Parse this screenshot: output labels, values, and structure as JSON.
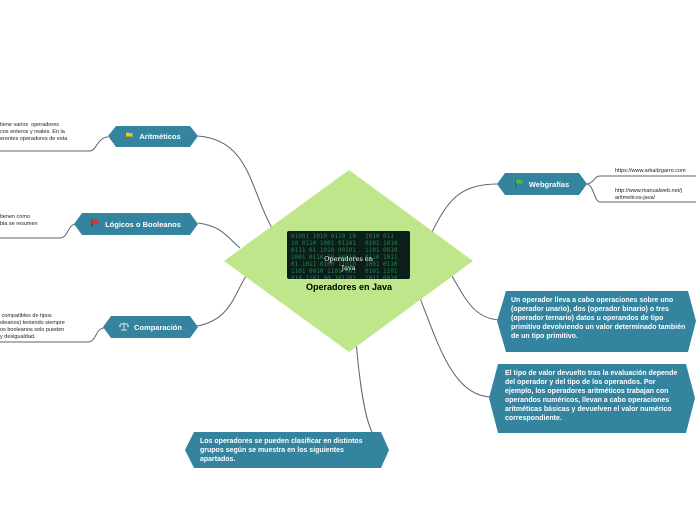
{
  "central": {
    "title": "Operadores en Java",
    "image_title_line1": "Operadores en",
    "image_title_line2": "Java"
  },
  "branches": {
    "aritmeticos": {
      "label": "Aritméticos",
      "note": "tiene varios  operadores\ncos enteros y reales. En la\nerentes operadores de esta"
    },
    "logicos": {
      "label": "Lógicos o Booleanos",
      "note": "tienen como\nbla se resumen"
    },
    "comparacion": {
      "label": "Comparación",
      "note": " compatibles de tipos\noleanos) teniendo siempre\nos booleanos solo pueden\ny desigualdad."
    },
    "webgrafias": {
      "label": "Webgrafías",
      "link1": "https://www.arkaitzgarro.com",
      "link2": "http://www.manualweb.net/j\naritmeticos-java/"
    }
  },
  "boxes": {
    "box1": "Un operador lleva a cabo operaciones sobre uno (operador unario), dos (operador binario) o tres (operador ternario) datos u operandos de tipo primitivo devolviendo un valor determinado también de un tipo primitivo.",
    "box2": "El tipo de valor devuelto tras la evaluación depende del operador y del tipo de los operandos. Por ejemplo, los operadores aritméticos trabajan con operandos numéricos, llevan a cabo operaciones aritméticas básicas y devuelven el valor numérico correspondiente.",
    "box3": "Los operadores se pueden clasificar en distintos grupos según se muestra en los siguientes apartados."
  },
  "colors": {
    "node": "#34849f",
    "central": "#bfe68a",
    "link": "#5b6375",
    "flag_yellow": "#f0c419",
    "flag_red": "#d03a2e",
    "flag_green": "#4dbb3a"
  },
  "icons": {
    "aritmeticos": "flag-yellow-icon",
    "logicos": "flag-red-icon",
    "comparacion": "scales-icon",
    "webgrafias": "flag-green-icon"
  }
}
